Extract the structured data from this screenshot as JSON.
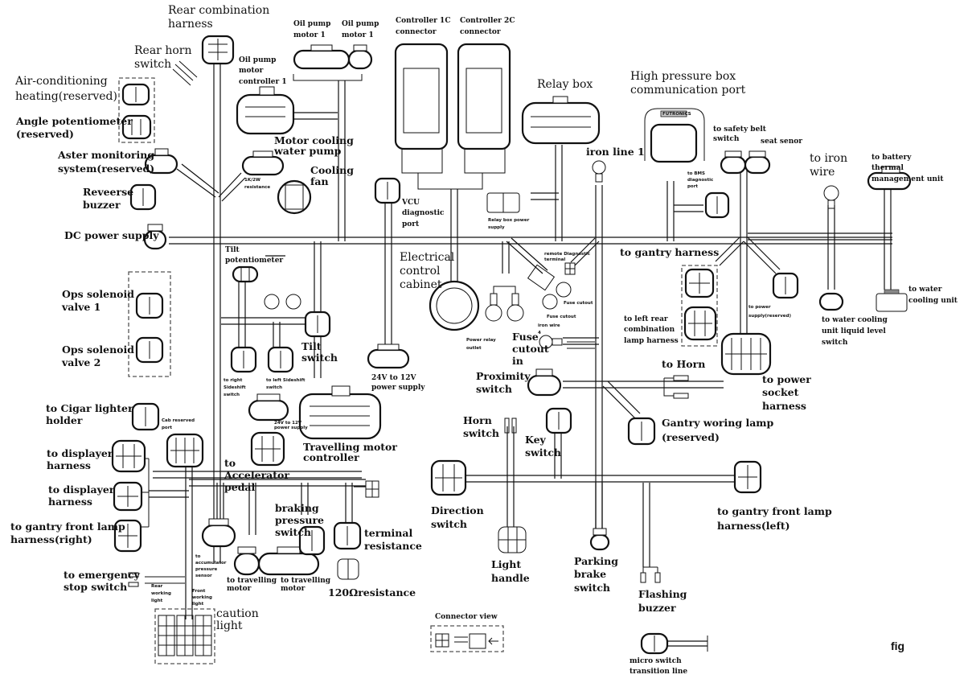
{
  "figure_label": "fig",
  "labels": {
    "rear_combination_harness": [
      "Rear combination",
      "harness"
    ],
    "rear_horn_switch": [
      "Rear horn",
      "switch"
    ],
    "air_conditioning": [
      "Air-conditioning",
      "heating(reserved)"
    ],
    "angle_potentiometer": [
      "Angle potentiometer",
      "(reserved)"
    ],
    "aster_monitoring": [
      "Aster monitoring",
      "system(reserved)"
    ],
    "reverse_buzzer": [
      "Reveerse",
      "buzzer"
    ],
    "dc_power_supply": [
      "DC power supply"
    ],
    "ops_valve_1": [
      "Ops solenoid",
      "valve 1"
    ],
    "ops_valve_2": [
      "Ops solenoid",
      "valve 2"
    ],
    "cigar_lighter": [
      "to Cigar lighter",
      "holder"
    ],
    "displayer_1": [
      "to displayer",
      "harness"
    ],
    "displayer_2": [
      "to displayer",
      "harness"
    ],
    "gantry_front_right": [
      "to gantry front lamp",
      "harness(right)"
    ],
    "emergency_stop": [
      "to emergency",
      "stop switch"
    ],
    "rear_working_light": [
      "Rear",
      "working",
      "light"
    ],
    "front_working_light": [
      "Front",
      "working",
      "light"
    ],
    "caution_light": [
      "caution",
      "light"
    ],
    "cab_reserved_port": [
      "Cab reserved",
      "port"
    ],
    "accelerator_pedal": [
      "to",
      "Accelerator",
      "pedal"
    ],
    "accumulator_sensor": [
      "to",
      "accumulator",
      "pressure",
      "sensor"
    ],
    "travelling_motor_1": [
      "to travelling",
      "motor"
    ],
    "travelling_motor_2": [
      "to travelling",
      "motor"
    ],
    "braking_pressure_switch": [
      "braking",
      "pressure",
      "switch"
    ],
    "terminal_resistance": [
      "terminal",
      "resistance"
    ],
    "resistance_120": [
      "120Ωresistance"
    ],
    "oil_pump_motor_a": [
      "Oil pump",
      "motor 1"
    ],
    "oil_pump_motor_b": [
      "Oil pump",
      "motor 1"
    ],
    "oil_pump_controller": [
      "Oil pump",
      "motor",
      "controller 1"
    ],
    "motor_cooling_pump": [
      "Motor cooling",
      "water pump"
    ],
    "resistance_1k": [
      "1K/2W",
      "resistance"
    ],
    "cooling_fan": [
      "Cooling",
      "fan"
    ],
    "controller_1c": [
      "Controller 1C",
      "connector"
    ],
    "controller_2c": [
      "Controller 2C",
      "connector"
    ],
    "vcu_diagnostic": [
      "VCU",
      "diagnostic",
      "port"
    ],
    "relay_box": [
      "Relay box"
    ],
    "relay_box_power": [
      "Relay box power",
      "supply"
    ],
    "iron_line_1": [
      "iron line 1"
    ],
    "high_pressure_box": [
      "High pressure box",
      "communication port"
    ],
    "futronics_brand": [
      "FUTRONICS"
    ],
    "safety_belt": [
      "to safety belt",
      "switch"
    ],
    "seat_sensor": [
      "seat senor"
    ],
    "bms_diagnostic": [
      "to BMS",
      "diagnostic",
      "port"
    ],
    "iron_wire": [
      "to iron",
      "wire"
    ],
    "battery_thermal": [
      "to battery",
      "thermal",
      "management unit"
    ],
    "water_cooling_unit": [
      "to water",
      "cooling unit"
    ],
    "water_cooling_level": [
      "to water cooling",
      "unit liquid level",
      "switch"
    ],
    "gantry_harness": [
      "to gantry harness"
    ],
    "power_supply_reserved": [
      "to power",
      "supply(reserved)"
    ],
    "left_rear_combination": [
      "to left rear",
      "combination",
      "lamp harness"
    ],
    "power_socket": [
      "to power",
      "socket",
      "harness"
    ],
    "to_horn": [
      "to Horn"
    ],
    "gantry_working_lamp": [
      "Gantry woring lamp",
      "(reserved)"
    ],
    "gantry_front_left": [
      "to gantry front lamp",
      "harness(left)"
    ],
    "tilt_potentiometer": [
      "Tilt",
      "potentiometer"
    ],
    "tilt_switch": [
      "Tilt",
      "switch"
    ],
    "right_sideshift": [
      "to right",
      "Sideshift",
      "switch"
    ],
    "left_sideshift": [
      "to left Sideshift",
      "switch"
    ],
    "dc_24_12_small": [
      "24V to 12V",
      "power supply"
    ],
    "travelling_motor_controller": [
      "Travelling motor",
      "controller"
    ],
    "electrical_cabinet": [
      "Electrical",
      "control",
      "cabinet"
    ],
    "power_relay_outlet": [
      "Power relay",
      "outlet"
    ],
    "fuse_cutout_in": [
      "Fuse",
      "cutout",
      "in"
    ],
    "remote_diagnostic": [
      "remote Diagnostic",
      "terminal"
    ],
    "fuse_cutout_a": [
      "Fuse cutout"
    ],
    "fuse_cutout_b": [
      "Fuse cutout"
    ],
    "iron_wire_4": [
      "iron wire",
      "4"
    ],
    "dc_24_12": [
      "24V to 12V",
      "power supply"
    ],
    "proximity_switch": [
      "Proximity",
      "switch"
    ],
    "horn_switch": [
      "Horn",
      "switch"
    ],
    "key_switch": [
      "Key",
      "switch"
    ],
    "direction_switch": [
      "Direction",
      "switch"
    ],
    "light_handle": [
      "Light",
      "handle"
    ],
    "parking_brake": [
      "Parking",
      "brake",
      "switch"
    ],
    "flashing_buzzer": [
      "Flashing",
      "buzzer"
    ],
    "connector_view": [
      "Connector view"
    ],
    "micro_switch": [
      "micro switch",
      "transition line"
    ]
  }
}
